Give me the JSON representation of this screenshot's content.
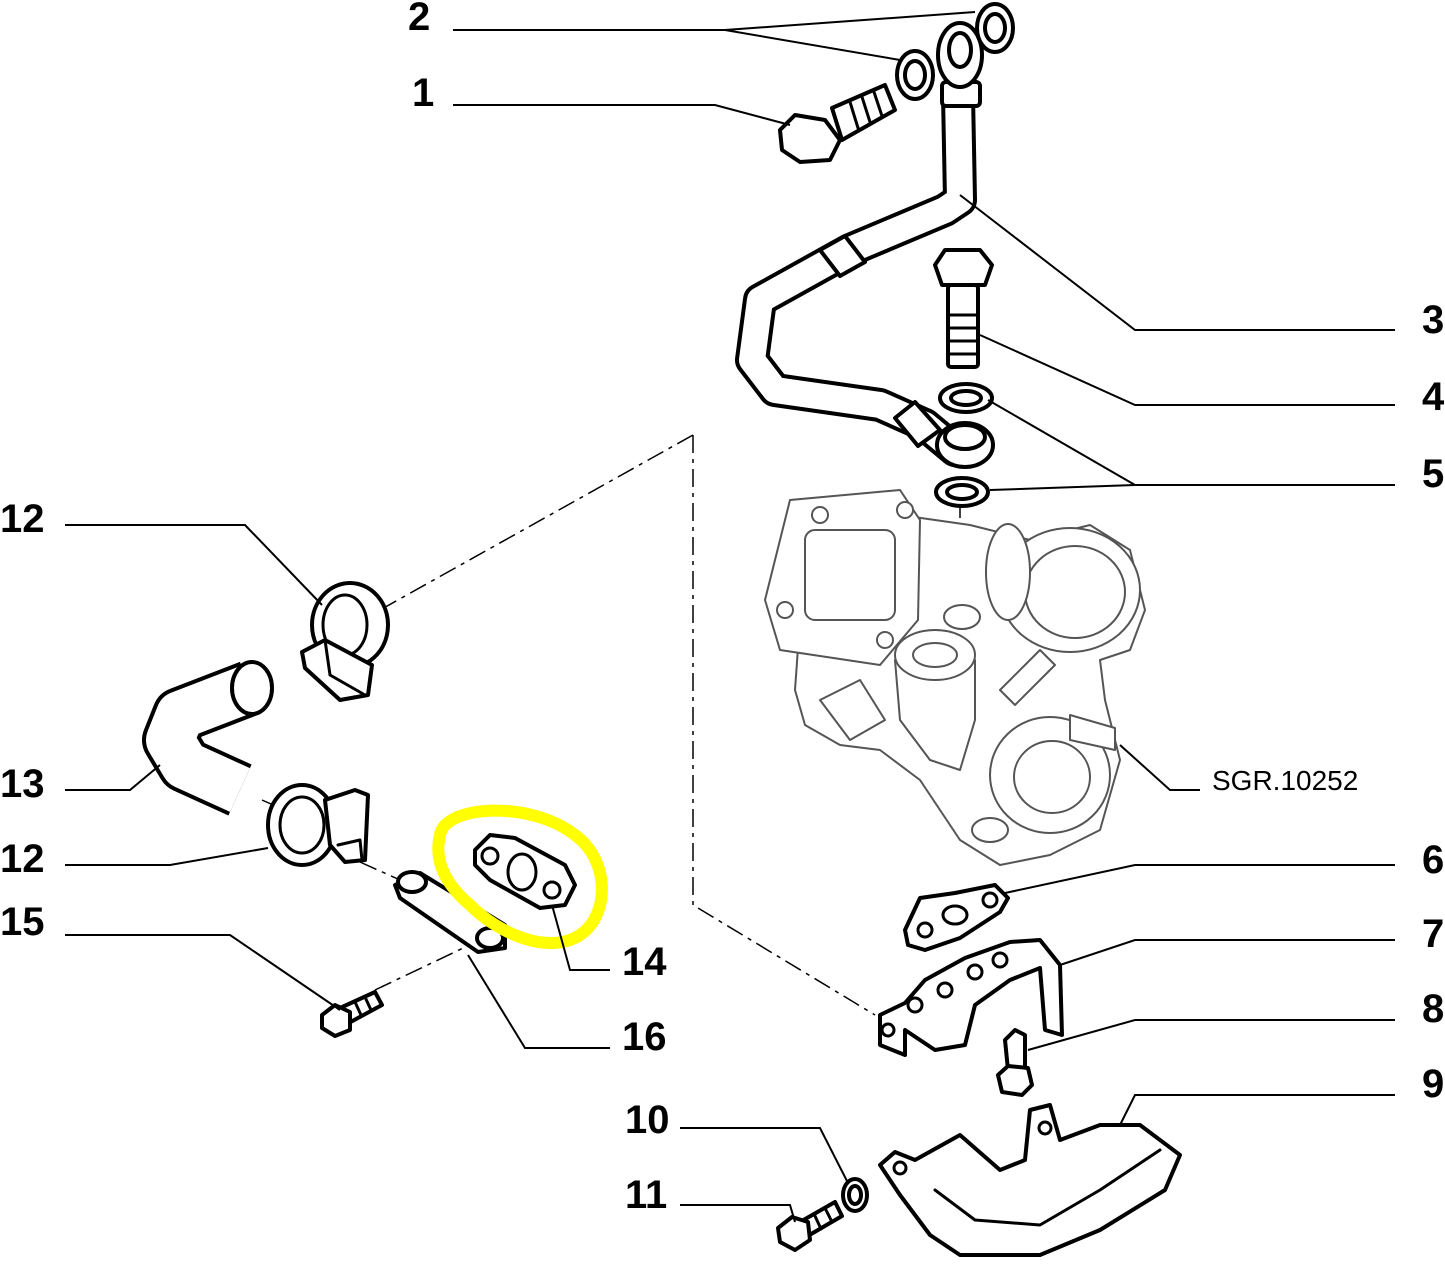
{
  "diagram": {
    "reference_code": "SGR.10252",
    "highlight_color": "#ffff00",
    "line_color": "#000000",
    "callouts": {
      "c1": "1",
      "c2": "2",
      "c3": "3",
      "c4": "4",
      "c5": "5",
      "c6": "6",
      "c7": "7",
      "c8": "8",
      "c9": "9",
      "c10": "10",
      "c11": "11",
      "c12a": "12",
      "c12b": "12",
      "c13": "13",
      "c14": "14",
      "c15": "15",
      "c16": "16"
    }
  }
}
